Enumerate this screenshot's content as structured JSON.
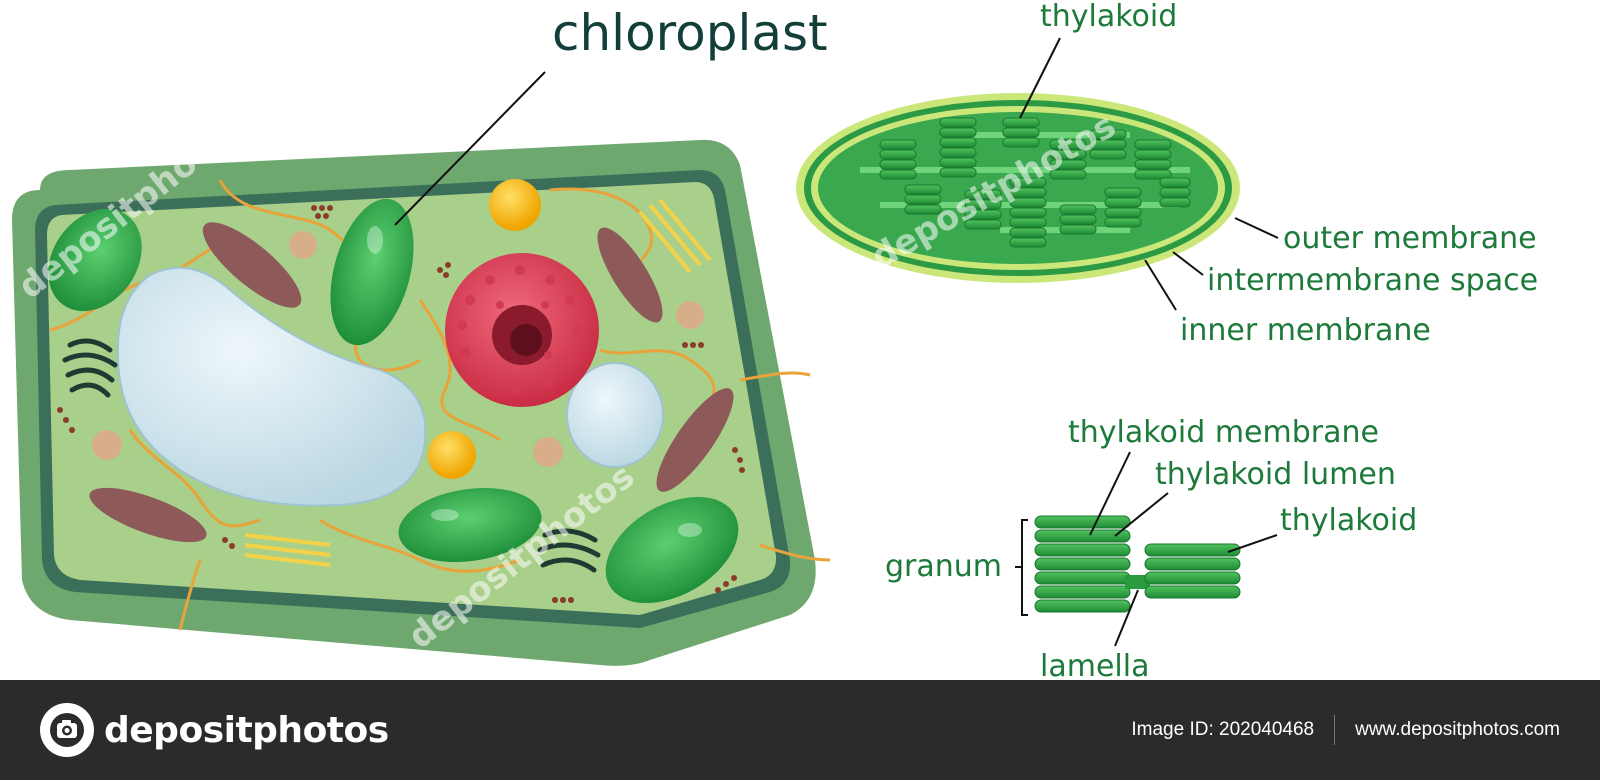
{
  "diagram": {
    "title": "chloroplast",
    "chloroplast_labels": {
      "thylakoid": "thylakoid",
      "outer_membrane": "outer membrane",
      "intermembrane_space": "intermembrane space",
      "inner_membrane": "inner membrane"
    },
    "granum_labels": {
      "thylakoid_membrane": "thylakoid membrane",
      "thylakoid_lumen": "thylakoid lumen",
      "thylakoid": "thylakoid",
      "granum": "granum",
      "lamella": "lamella"
    },
    "watermark": "depositphotos",
    "colors": {
      "cell_wall": "#6fa86f",
      "cytoplasm": "#a8d08a",
      "chloroplast": "#2fae4a",
      "nucleus": "#e0445a",
      "vacuole": "#cfe3ec",
      "label": "#1d7a3a"
    }
  },
  "footer": {
    "brand": "depositphotos",
    "image_id": "Image ID: 202040468",
    "website": "www.depositphotos.com"
  }
}
